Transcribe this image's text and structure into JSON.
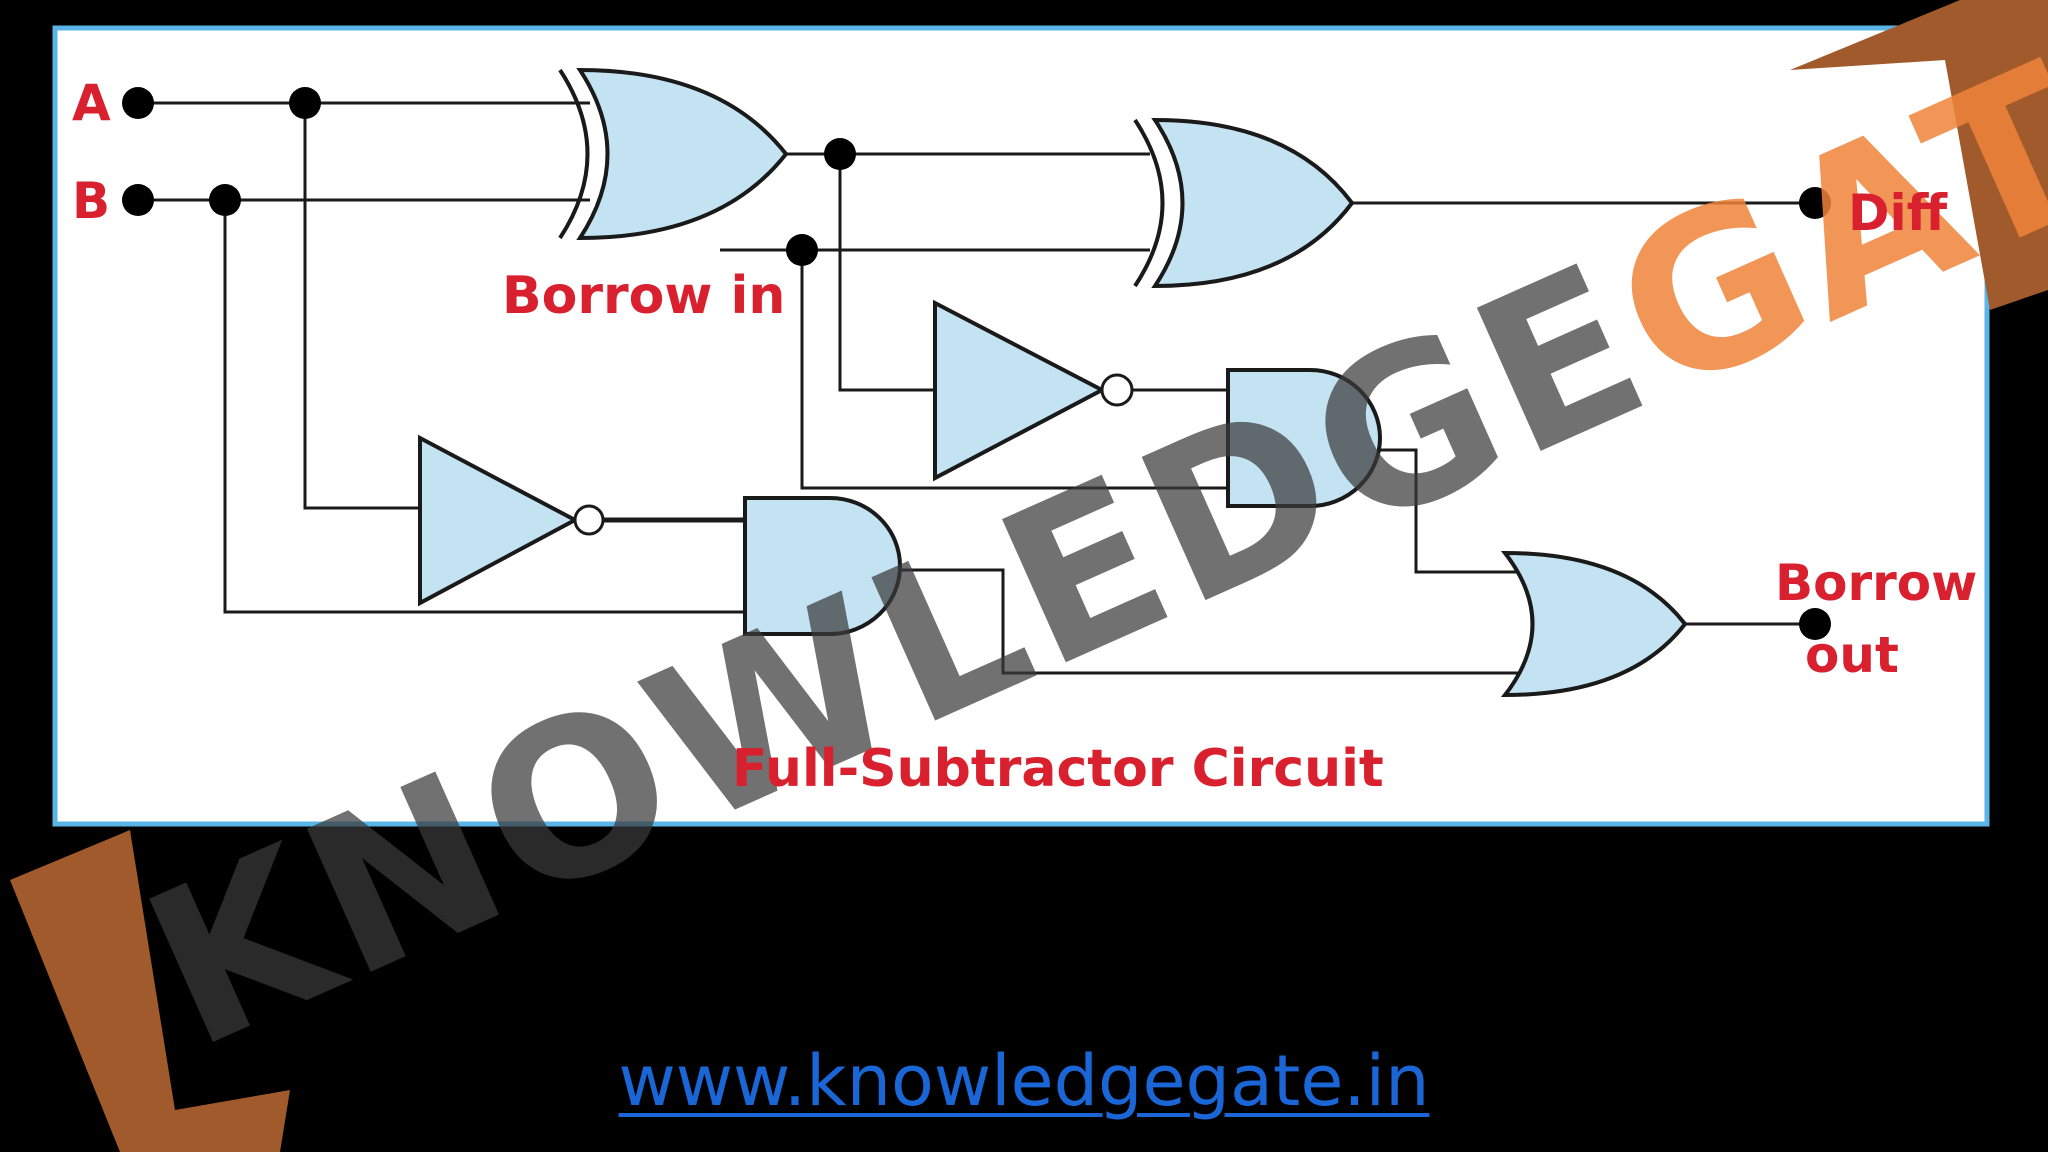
{
  "diagram": {
    "title": "Full-Subtractor Circuit",
    "inputs": {
      "a": "A",
      "b": "B",
      "borrow_in": "Borrow in"
    },
    "outputs": {
      "diff": "Diff",
      "borrow_out_line1": "Borrow",
      "borrow_out_line2": "out"
    },
    "gates": [
      "xor-gate",
      "xor-gate",
      "not-gate",
      "not-gate",
      "and-gate",
      "and-gate",
      "or-gate"
    ]
  },
  "watermark": {
    "text": "KNOWLEDGEGATE",
    "dark_part": "KNOWLEDGE",
    "accent_part": "GATE",
    "dark_color": "#3a3a3a",
    "accent_color": "#f0843a",
    "frame_color": "#a05a2c"
  },
  "footer": {
    "link_text": "www.knowledgegate.in"
  },
  "colors": {
    "background": "#000000",
    "panel": "#ffffff",
    "panel_border": "#5ab4e6",
    "gate_fill": "#c3e3f3",
    "label_red": "#d9202e",
    "link_blue": "#1a66d6"
  }
}
